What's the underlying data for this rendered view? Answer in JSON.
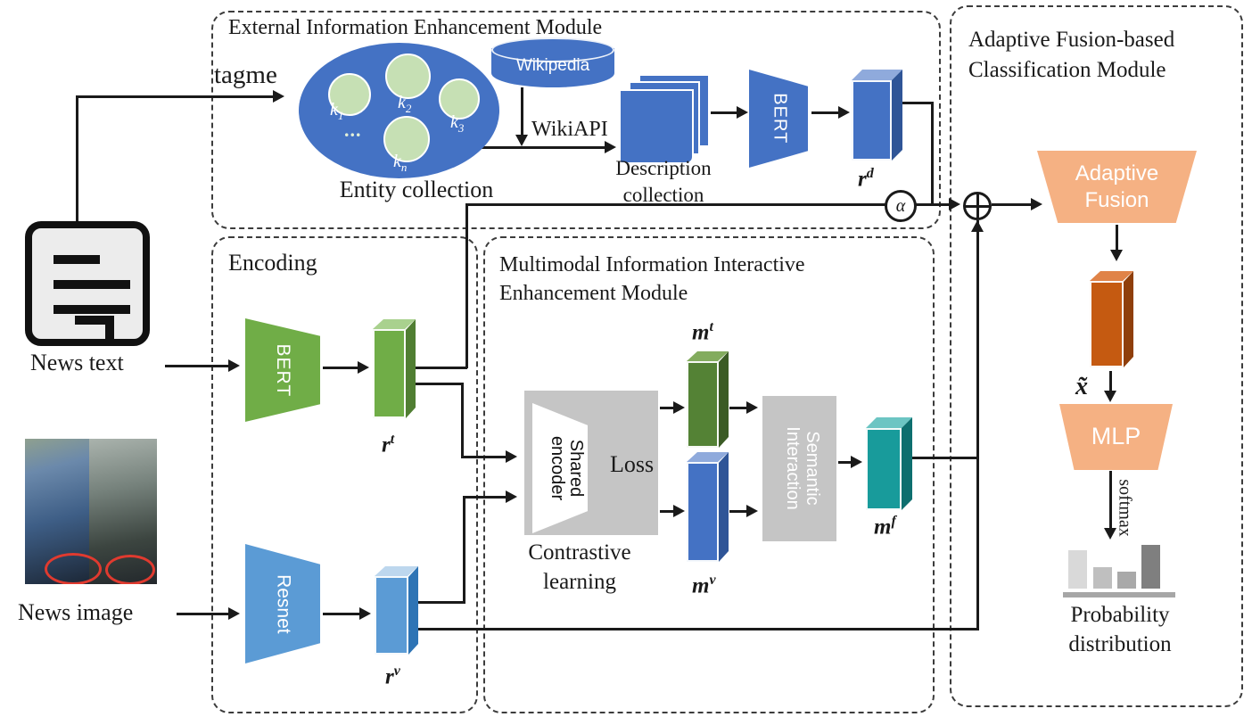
{
  "figure": "multimodal-fake-news-detection-architecture",
  "colors": {
    "blue": "#4472C4",
    "blue_dark": "#2F5597",
    "blue_light": "#8FAADC",
    "lightblue": "#5B9BD5",
    "lightblue_dark": "#2E74B5",
    "lightblue_light": "#BDD7EE",
    "green": "#70AD47",
    "green_dark": "#507E32",
    "green_light": "#A9D18E",
    "darkgreen": "#548235",
    "darkgreen_dark": "#3B5B25",
    "darkgreen_light": "#83AC5E",
    "teal": "#189B9B",
    "teal_dark": "#0E6F6F",
    "teal_light": "#6CC5C3",
    "orange_light": "#F5B183",
    "orange_dark": "#C55A11",
    "orange_dark_side": "#8F3F0B",
    "orange_dark_top": "#E08348",
    "gray_box": "#C5C5C5",
    "node_green": "#C6E0B4",
    "line": "#1a1a1a"
  },
  "modules": {
    "external": {
      "title": "External Information Enhancement Module"
    },
    "encoding": {
      "title": "Encoding"
    },
    "multimodal": {
      "title_line1": "Multimodal Information Interactive",
      "title_line2": "Enhancement Module"
    },
    "classification": {
      "title_line1": "Adaptive Fusion-based",
      "title_line2": "Classification Module"
    }
  },
  "external": {
    "tagme_label": "tagme",
    "entity": {
      "caption": "Entity collection",
      "nodes": [
        {
          "base": "k",
          "sub": "1"
        },
        {
          "base": "k",
          "sub": "2"
        },
        {
          "base": "k",
          "sub": "3"
        },
        {
          "base": "k",
          "sub": "n"
        }
      ],
      "dots": "..."
    },
    "wikipedia_label": "Wikipedia",
    "wikiapi_label": "WikiAPI",
    "description": {
      "line1": "Description",
      "line2": "collection"
    },
    "bert_label": "BERT",
    "rd": {
      "base": "r",
      "sup": "d"
    },
    "alpha_label": "α"
  },
  "encoding": {
    "news_text_label": "News text",
    "news_image_label": "News image",
    "bert_label": "BERT",
    "resnet_label": "Resnet",
    "rt": {
      "base": "r",
      "sup": "t"
    },
    "rv": {
      "base": "r",
      "sup": "v"
    }
  },
  "multimodal": {
    "shared_encoder": {
      "line1": "Shared",
      "line2": "encoder"
    },
    "loss_label": "Loss",
    "contrastive": {
      "line1": "Contrastive",
      "line2": "learning"
    },
    "mt": {
      "base": "m",
      "sup": "t"
    },
    "mv": {
      "base": "m",
      "sup": "v"
    },
    "mf": {
      "base": "m",
      "sup": "f"
    },
    "semantic": {
      "line1": "Semantic",
      "line2": "Interaction"
    }
  },
  "classification": {
    "adaptive_fusion": {
      "line1": "Adaptive",
      "line2": "Fusion"
    },
    "x_tilde": "x̃",
    "mlp_label": "MLP",
    "softmax_label": "softmax",
    "probability": {
      "line1": "Probability",
      "line2": "distribution"
    },
    "prob_bars": [
      {
        "h": 43,
        "color": "#D9D9D9"
      },
      {
        "h": 24,
        "color": "#BFBFBF"
      },
      {
        "h": 19,
        "color": "#A9A9A9"
      },
      {
        "h": 49,
        "color": "#7F7F7F"
      }
    ]
  }
}
